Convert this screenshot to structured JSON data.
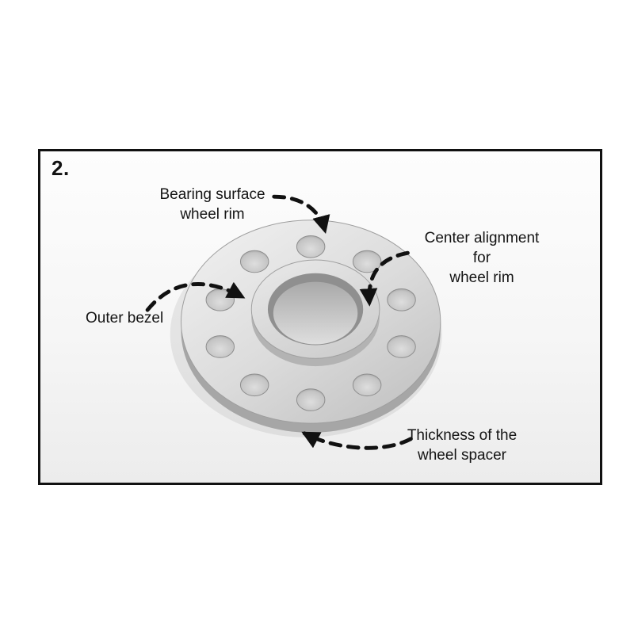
{
  "figure": {
    "step_number": "2.",
    "labels": {
      "bearing_surface": "Bearing surface\nwheel rim",
      "center_alignment": "Center alignment for\nwheel rim",
      "outer_bezel": "Outer bezel",
      "thickness": "Thickness of the\nwheel spacer"
    },
    "colors": {
      "frame_border": "#111111",
      "arrow": "#111111",
      "metal_light": "#efefef",
      "metal_dark": "#c2c2c2"
    }
  }
}
